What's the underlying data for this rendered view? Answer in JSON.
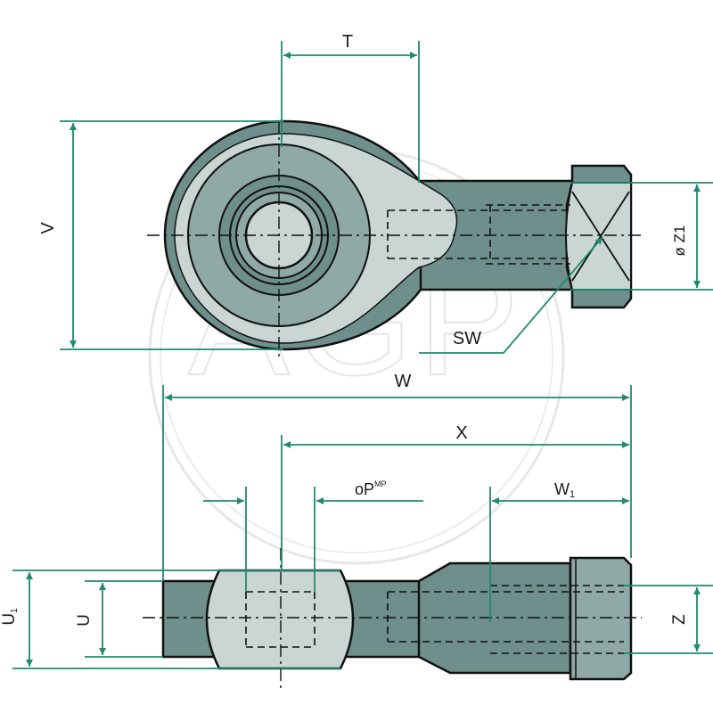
{
  "watermark": {
    "text": "AGP"
  },
  "colors": {
    "body_dark": "#6e8f8b",
    "body_light": "#c9d6d4",
    "body_mid": "#8fa9a6",
    "outline": "#111111",
    "dimension": "#1f8a70",
    "watermark": "#d4d4d4"
  },
  "top_view": {
    "labels": {
      "t": "T",
      "v": "V",
      "z1": "ø Z1",
      "sw": "SW"
    }
  },
  "side_view": {
    "labels": {
      "w": "W",
      "x": "X",
      "op": "oP",
      "op_sup": "MP",
      "w1": "W",
      "w1_sub": "1",
      "u1": "U",
      "u1_sub": "1",
      "u": "U",
      "z": "Z"
    }
  }
}
